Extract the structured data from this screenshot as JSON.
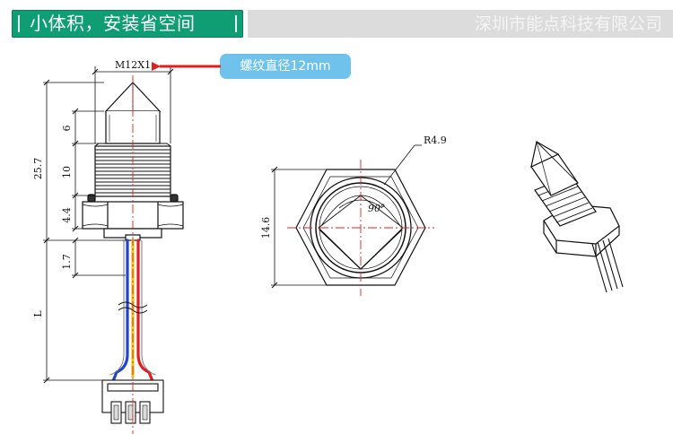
{
  "header": {
    "title": "小体积，安装省空间",
    "company": "深圳市能点科技有限公司"
  },
  "callout": {
    "text": "螺纹直径12mm"
  },
  "dimensions": {
    "thread": "M12X1",
    "radius": "R4.9",
    "angle": "90°",
    "height_total": "25.7",
    "height_tip": "6",
    "height_thread": "10",
    "height_nut": "4.4",
    "height_base": "1.7",
    "cable_length": "L",
    "hex_width": "14.6"
  },
  "colors": {
    "title_bg": "#0f9e73",
    "band_bg": "#dcdcdc",
    "callout_bg": "#6ec2ec",
    "arrow": "#e02020",
    "centerline": "#e02020",
    "wire_blue": "#2346c8",
    "wire_yellow": "#f2c21b",
    "wire_red": "#e02020"
  }
}
